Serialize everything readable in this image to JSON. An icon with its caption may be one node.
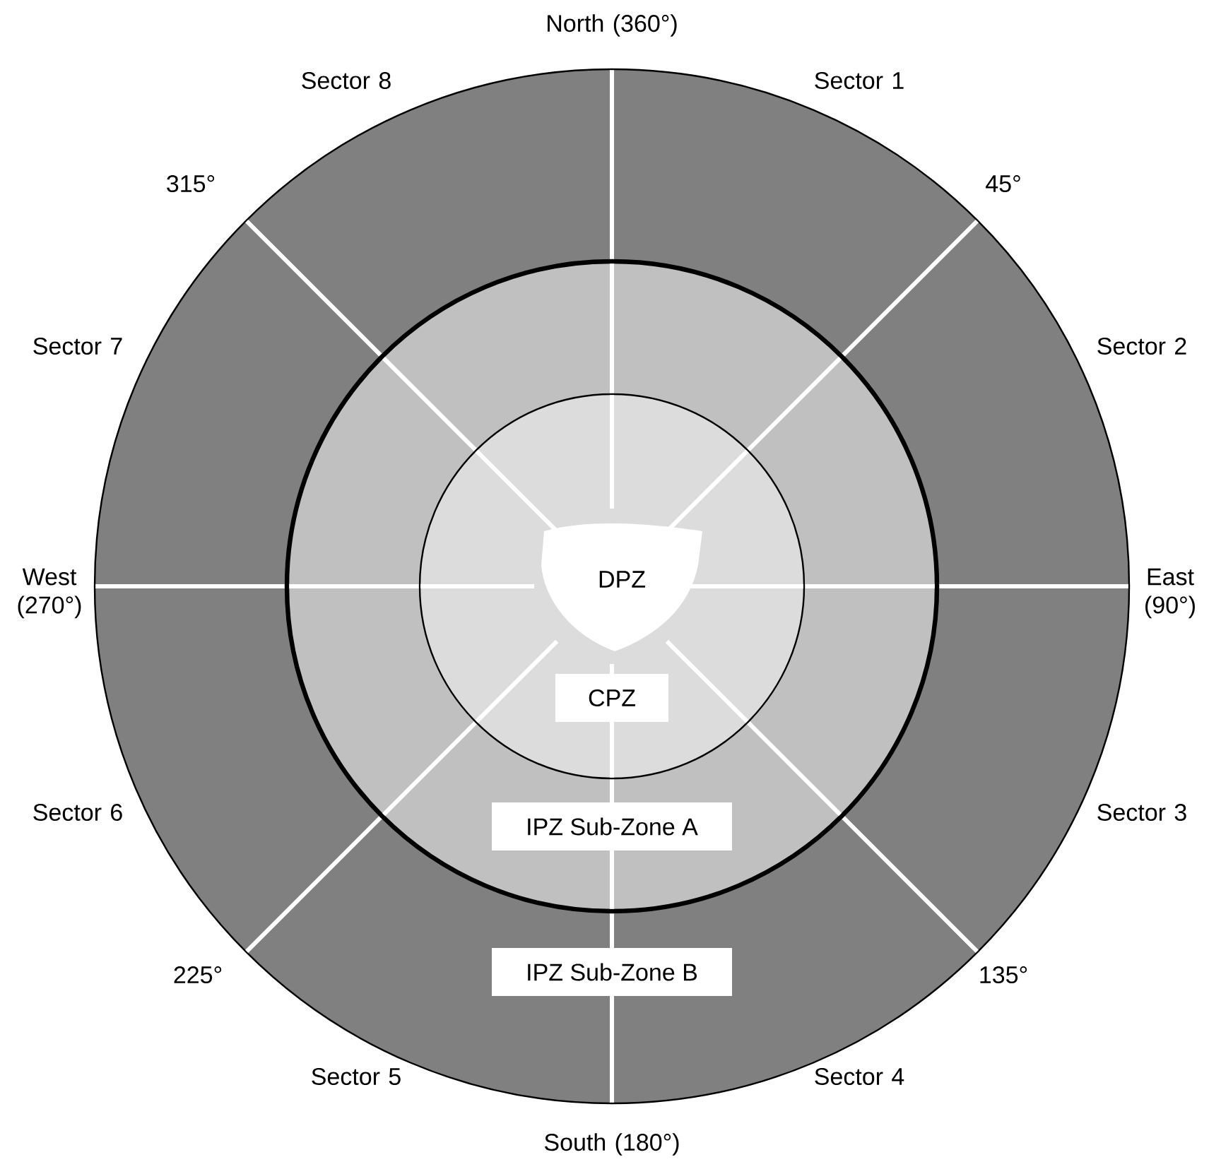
{
  "diagram": {
    "nodes": [
      {
        "text": [
          "IPZ Sub-Zone B"
        ]
      },
      {
        "text": [
          "IPZ Sub-Zone A"
        ],
        "in": 0
      },
      {
        "text": [
          "CPZ"
        ],
        "in": 1
      },
      {
        "text": [
          "DPZ"
        ],
        "in": 2
      }
    ],
    "labels": [
      "North (360°)",
      "Sector 8",
      "Sector 1",
      "315°",
      "45°",
      "Sector 7",
      "Sector 2",
      "West (270°)",
      "East (90°)",
      "Sector 6",
      "Sector 3",
      "225°",
      "135°",
      "Sector 5",
      "Sector 4",
      "South (180°)"
    ]
  }
}
